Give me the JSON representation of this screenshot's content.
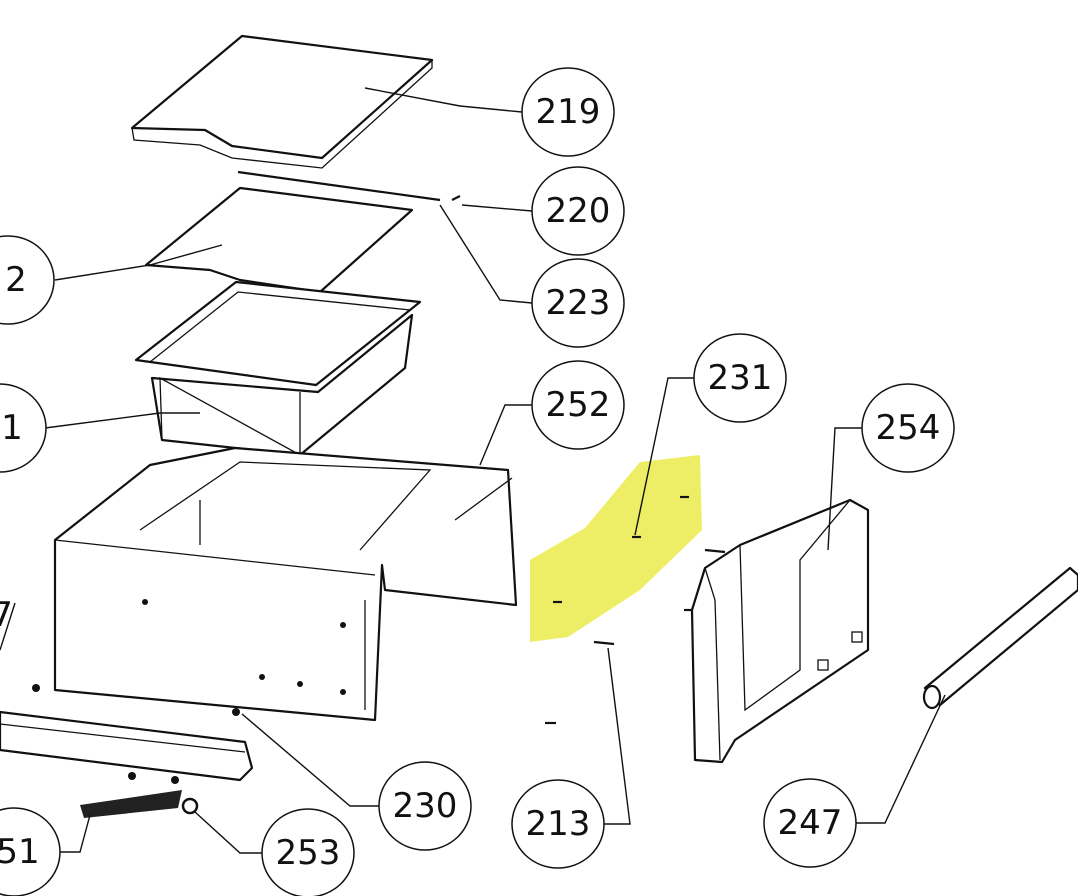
{
  "highlight_color": "#eeee66",
  "callouts": {
    "c219": "219",
    "c220": "220",
    "c223": "223",
    "c222": "2",
    "c221": "1",
    "c252": "252",
    "c231": "231",
    "c254": "254",
    "c7": "7",
    "c230": "230",
    "c213": "213",
    "c247": "247",
    "c251": "51",
    "c253": "253"
  }
}
